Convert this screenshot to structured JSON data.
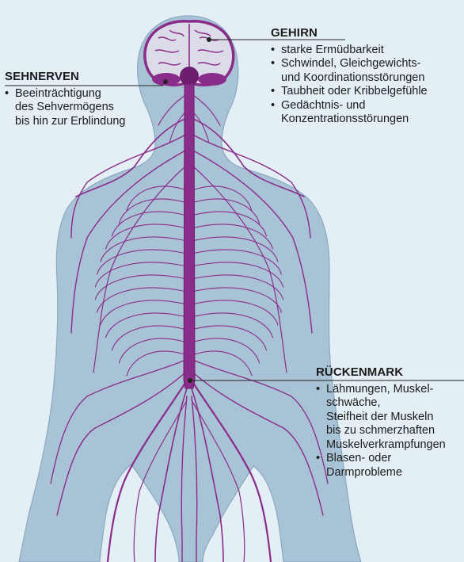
{
  "colors": {
    "background": "#e3eef5",
    "body": "#a9c3d6",
    "body_outline": "#8aa9c0",
    "nerve": "#8a2c8a",
    "nerve_dark": "#6d1f6d",
    "brain": "#dcdce8",
    "leader_line": "#222222"
  },
  "labels": {
    "sehnerven": {
      "title": "SEHNERVEN",
      "items": [
        "Beeinträchtigung\ndes Sehvermögens\nbis hin zur Erblindung"
      ]
    },
    "gehirn": {
      "title": "GEHIRN",
      "items": [
        "starke Ermüdbarkeit",
        "Schwindel, Gleichgewichts-\nund Koordinationsstörungen",
        "Taubheit oder Kribbelgefühle",
        "Gedächtnis- und\nKonzentrationsstörungen"
      ]
    },
    "rueckenmark": {
      "title": "RÜCKENMARK",
      "items": [
        "Lähmungen, Muskel-\nschwäche,\nSteifheit der Muskeln\nbis zu schmerzhaften\nMuskelverkrampfungen",
        "Blasen- oder\nDarmprobleme"
      ]
    }
  }
}
